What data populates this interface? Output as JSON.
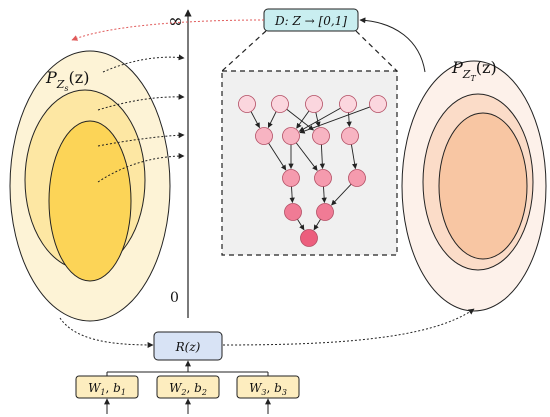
{
  "axis": {
    "top_label": "∞",
    "bottom_label": "0"
  },
  "source": {
    "label_main": "P",
    "label_sub": "Z",
    "label_subsub": "s",
    "label_tail": "(z)"
  },
  "target": {
    "label_main": "P",
    "label_sub": "Z",
    "label_subsub": "T",
    "label_tail": "(z)"
  },
  "discriminator": {
    "label": "D: Z → [0,1]"
  },
  "regularizer": {
    "label": "R(z)"
  },
  "weights": [
    {
      "w": "W",
      "w_sub": "1",
      "b": "b",
      "b_sub": "1"
    },
    {
      "w": "W",
      "w_sub": "2",
      "b": "b",
      "b_sub": "2"
    },
    {
      "w": "W",
      "w_sub": "3",
      "b": "b",
      "b_sub": "3"
    }
  ],
  "colors": {
    "source_outer": "#fdf3d6",
    "source_mid": "#fde7a3",
    "source_inner": "#fcd457",
    "target_outer": "#fdf1ea",
    "target_mid": "#fbdcc8",
    "target_inner": "#f8c6a3",
    "disc_fill": "#c9eef0",
    "reg_fill": "#d8e3f5",
    "weight_fill": "#fdedbf",
    "net_panel": "#f0f0f0",
    "dashed_red": "#e05a5a"
  }
}
